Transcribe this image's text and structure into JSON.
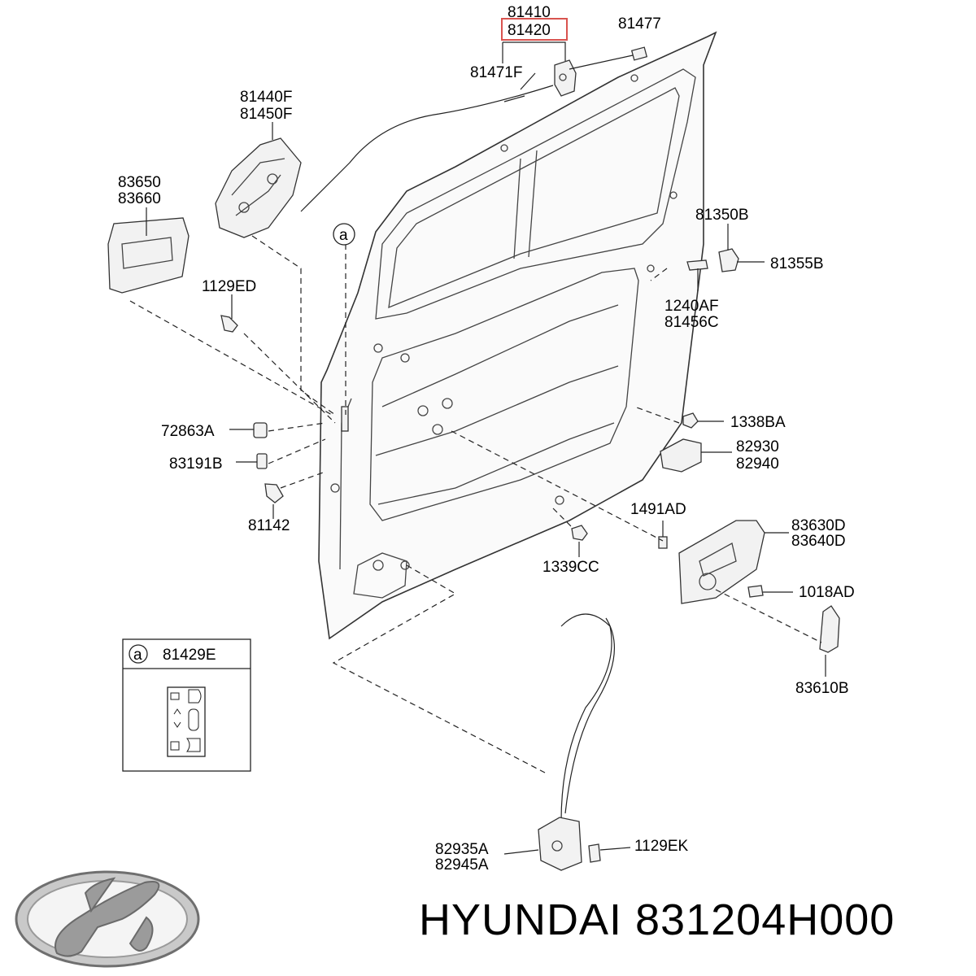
{
  "diagram": {
    "callouts": [
      {
        "id": "c81410",
        "text": "81410"
      },
      {
        "id": "c81420",
        "text": "81420"
      },
      {
        "id": "c81477",
        "text": "81477"
      },
      {
        "id": "c81471F",
        "text": "81471F"
      },
      {
        "id": "c81440F",
        "text": "81440F"
      },
      {
        "id": "c81450F",
        "text": "81450F"
      },
      {
        "id": "c83650",
        "text": "83650"
      },
      {
        "id": "c83660",
        "text": "83660"
      },
      {
        "id": "c1129ED",
        "text": "1129ED"
      },
      {
        "id": "c81350B",
        "text": "81350B"
      },
      {
        "id": "c81355B",
        "text": "81355B"
      },
      {
        "id": "c1240AF",
        "text": "1240AF"
      },
      {
        "id": "c81456C",
        "text": "81456C"
      },
      {
        "id": "c1338BA",
        "text": "1338BA"
      },
      {
        "id": "c82930",
        "text": "82930"
      },
      {
        "id": "c82940",
        "text": "82940"
      },
      {
        "id": "c72863A",
        "text": "72863A"
      },
      {
        "id": "c83191B",
        "text": "83191B"
      },
      {
        "id": "c81142",
        "text": "81142"
      },
      {
        "id": "c1491AD",
        "text": "1491AD"
      },
      {
        "id": "c83630D",
        "text": "83630D"
      },
      {
        "id": "c83640D",
        "text": "83640D"
      },
      {
        "id": "c1339CC",
        "text": "1339CC"
      },
      {
        "id": "c1018AD",
        "text": "1018AD"
      },
      {
        "id": "c83610B",
        "text": "83610B"
      },
      {
        "id": "c82935A",
        "text": "82935A"
      },
      {
        "id": "c82945A",
        "text": "82945A"
      },
      {
        "id": "c1129EK",
        "text": "1129EK"
      }
    ],
    "highlighted_part": "81420",
    "highlight_color": "#d9534f",
    "detail_marker": "a",
    "inset": {
      "marker": "a",
      "part_number": "81429E"
    }
  },
  "brand": {
    "logo_icon": "hyundai-logo-icon",
    "footer_text": "HYUNDAI 831204H000"
  }
}
